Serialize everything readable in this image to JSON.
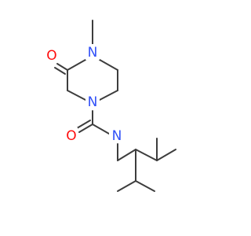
{
  "molecule": {
    "atoms": {
      "o_ketone": {
        "label": "O",
        "color": "#ff0d0d"
      },
      "n_ring_top": {
        "label": "N",
        "color": "#3050f8"
      },
      "n_ring_bot": {
        "label": "N",
        "color": "#3050f8"
      },
      "o_amide": {
        "label": "O",
        "color": "#ff0d0d"
      },
      "n_amide": {
        "label": "N",
        "color": "#3050f8"
      }
    },
    "bond_color": "#3d3d3d"
  }
}
